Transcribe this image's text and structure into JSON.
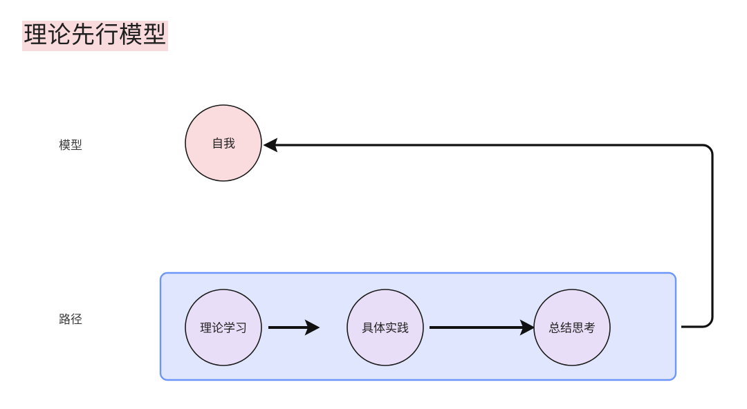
{
  "page": {
    "title": "理论先行模型",
    "title_highlight_color": "#FADBDD",
    "background_color": "#FFFFFF"
  },
  "row_labels": {
    "model": "模型",
    "path": "路径"
  },
  "nodes": {
    "self": {
      "label": "自我",
      "fill": "#FBDCDE",
      "stroke": "#1A1A1A"
    },
    "steps": [
      {
        "label": "理论学习",
        "fill": "#E9DEF7",
        "stroke": "#1A1A1A"
      },
      {
        "label": "具体实践",
        "fill": "#E9DEF7",
        "stroke": "#1A1A1A"
      },
      {
        "label": "总结思考",
        "fill": "#E9DEF7",
        "stroke": "#1A1A1A"
      }
    ]
  },
  "group_box": {
    "fill": "#DFE6FD",
    "stroke": "#6C96FA"
  },
  "connections": {
    "step1_to_step2": "理论学习 → 具体实践",
    "step2_to_step3": "具体实践 → 总结思考",
    "feedback": "总结思考 → 自我"
  },
  "chart_data": {
    "type": "diagram",
    "title": "理论先行模型",
    "rows": [
      "模型",
      "路径"
    ],
    "nodes": [
      {
        "id": "self",
        "label": "自我",
        "row": "模型",
        "shape": "circle",
        "fill": "#FBDCDE"
      },
      {
        "id": "study",
        "label": "理论学习",
        "row": "路径",
        "shape": "circle",
        "fill": "#E9DEF7"
      },
      {
        "id": "practice",
        "label": "具体实践",
        "row": "路径",
        "shape": "circle",
        "fill": "#E9DEF7"
      },
      {
        "id": "reflect",
        "label": "总结思考",
        "row": "路径",
        "shape": "circle",
        "fill": "#E9DEF7"
      }
    ],
    "edges": [
      {
        "from": "study",
        "to": "practice",
        "style": "straight-arrow"
      },
      {
        "from": "practice",
        "to": "reflect",
        "style": "straight-arrow"
      },
      {
        "from": "reflect",
        "to": "self",
        "style": "orthogonal-feedback-arrow"
      }
    ],
    "groups": [
      {
        "label": "",
        "members": [
          "study",
          "practice",
          "reflect"
        ],
        "fill": "#DFE6FD",
        "stroke": "#6C96FA"
      }
    ]
  }
}
